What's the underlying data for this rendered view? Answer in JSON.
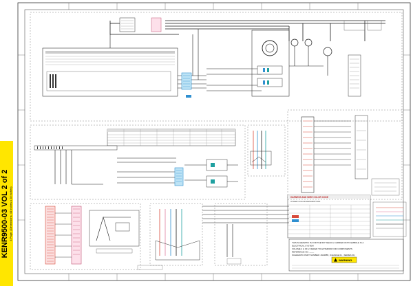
{
  "side_tab": {
    "title": "KENR9500-03 VOL 2 of 2",
    "subtitle": "4 Page, (Dimensions: 44 inches x 28 inches)",
    "color": "#ffe600"
  },
  "notes": {
    "lines": [
      "THIS SCHEMATIC IS FOR THE 597 WELD & CARRIER ONTO EMBOLE IS A",
      "ELECTRICAL SYSTEM",
      "VOLUME 2 & OF 2. REFER TO EXTERIOR FOR COMPONENTS",
      "REFERENCE NO. ____",
      "SCHEMATIC PART NUMBER: 4944885, (CHANGE 01 - SERIES 01)"
    ]
  },
  "warning": {
    "label": "WARNING"
  },
  "legend": {
    "title": "HARNESS AND WIRE COLOR CODE",
    "title2": "OTHER COLOR DESCRIPTION"
  },
  "colors": {
    "line": "#1a1a1a",
    "pink": "#e07fa0",
    "red": "#d84a3a",
    "blue": "#2f8fd0",
    "teal": "#1fa0a0",
    "highlight": "#ffe600"
  }
}
